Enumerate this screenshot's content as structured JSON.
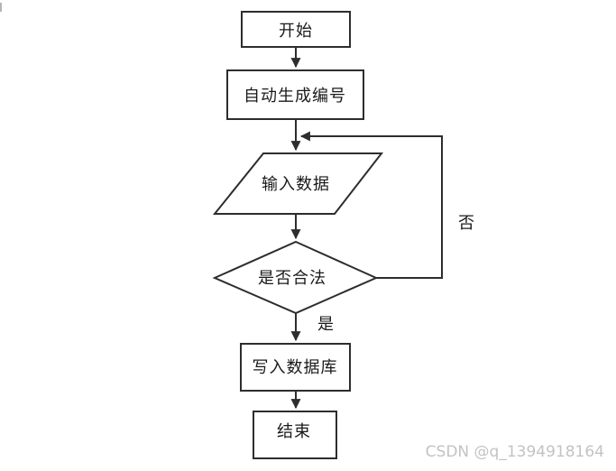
{
  "colors": {
    "background": "#ffffff",
    "shape_stroke": "#2d2d2d",
    "shape_fill": "#ffffff",
    "text": "#1a1a1a",
    "watermark": "#c3c3c3"
  },
  "flowchart": {
    "nodes": [
      {
        "id": "start",
        "type": "rectangle",
        "label": "开始"
      },
      {
        "id": "auto-number",
        "type": "rectangle",
        "label": "自动生成编号"
      },
      {
        "id": "input-data",
        "type": "parallelogram",
        "label": "输入数据"
      },
      {
        "id": "validity-check",
        "type": "diamond",
        "label": "是否合法"
      },
      {
        "id": "write-db",
        "type": "rectangle",
        "label": "写入数据库"
      },
      {
        "id": "end",
        "type": "rectangle",
        "label": "结束"
      }
    ],
    "edge_labels": {
      "no": "否",
      "yes": "是"
    }
  },
  "watermark": {
    "text": "CSDN @q_1394918164"
  }
}
